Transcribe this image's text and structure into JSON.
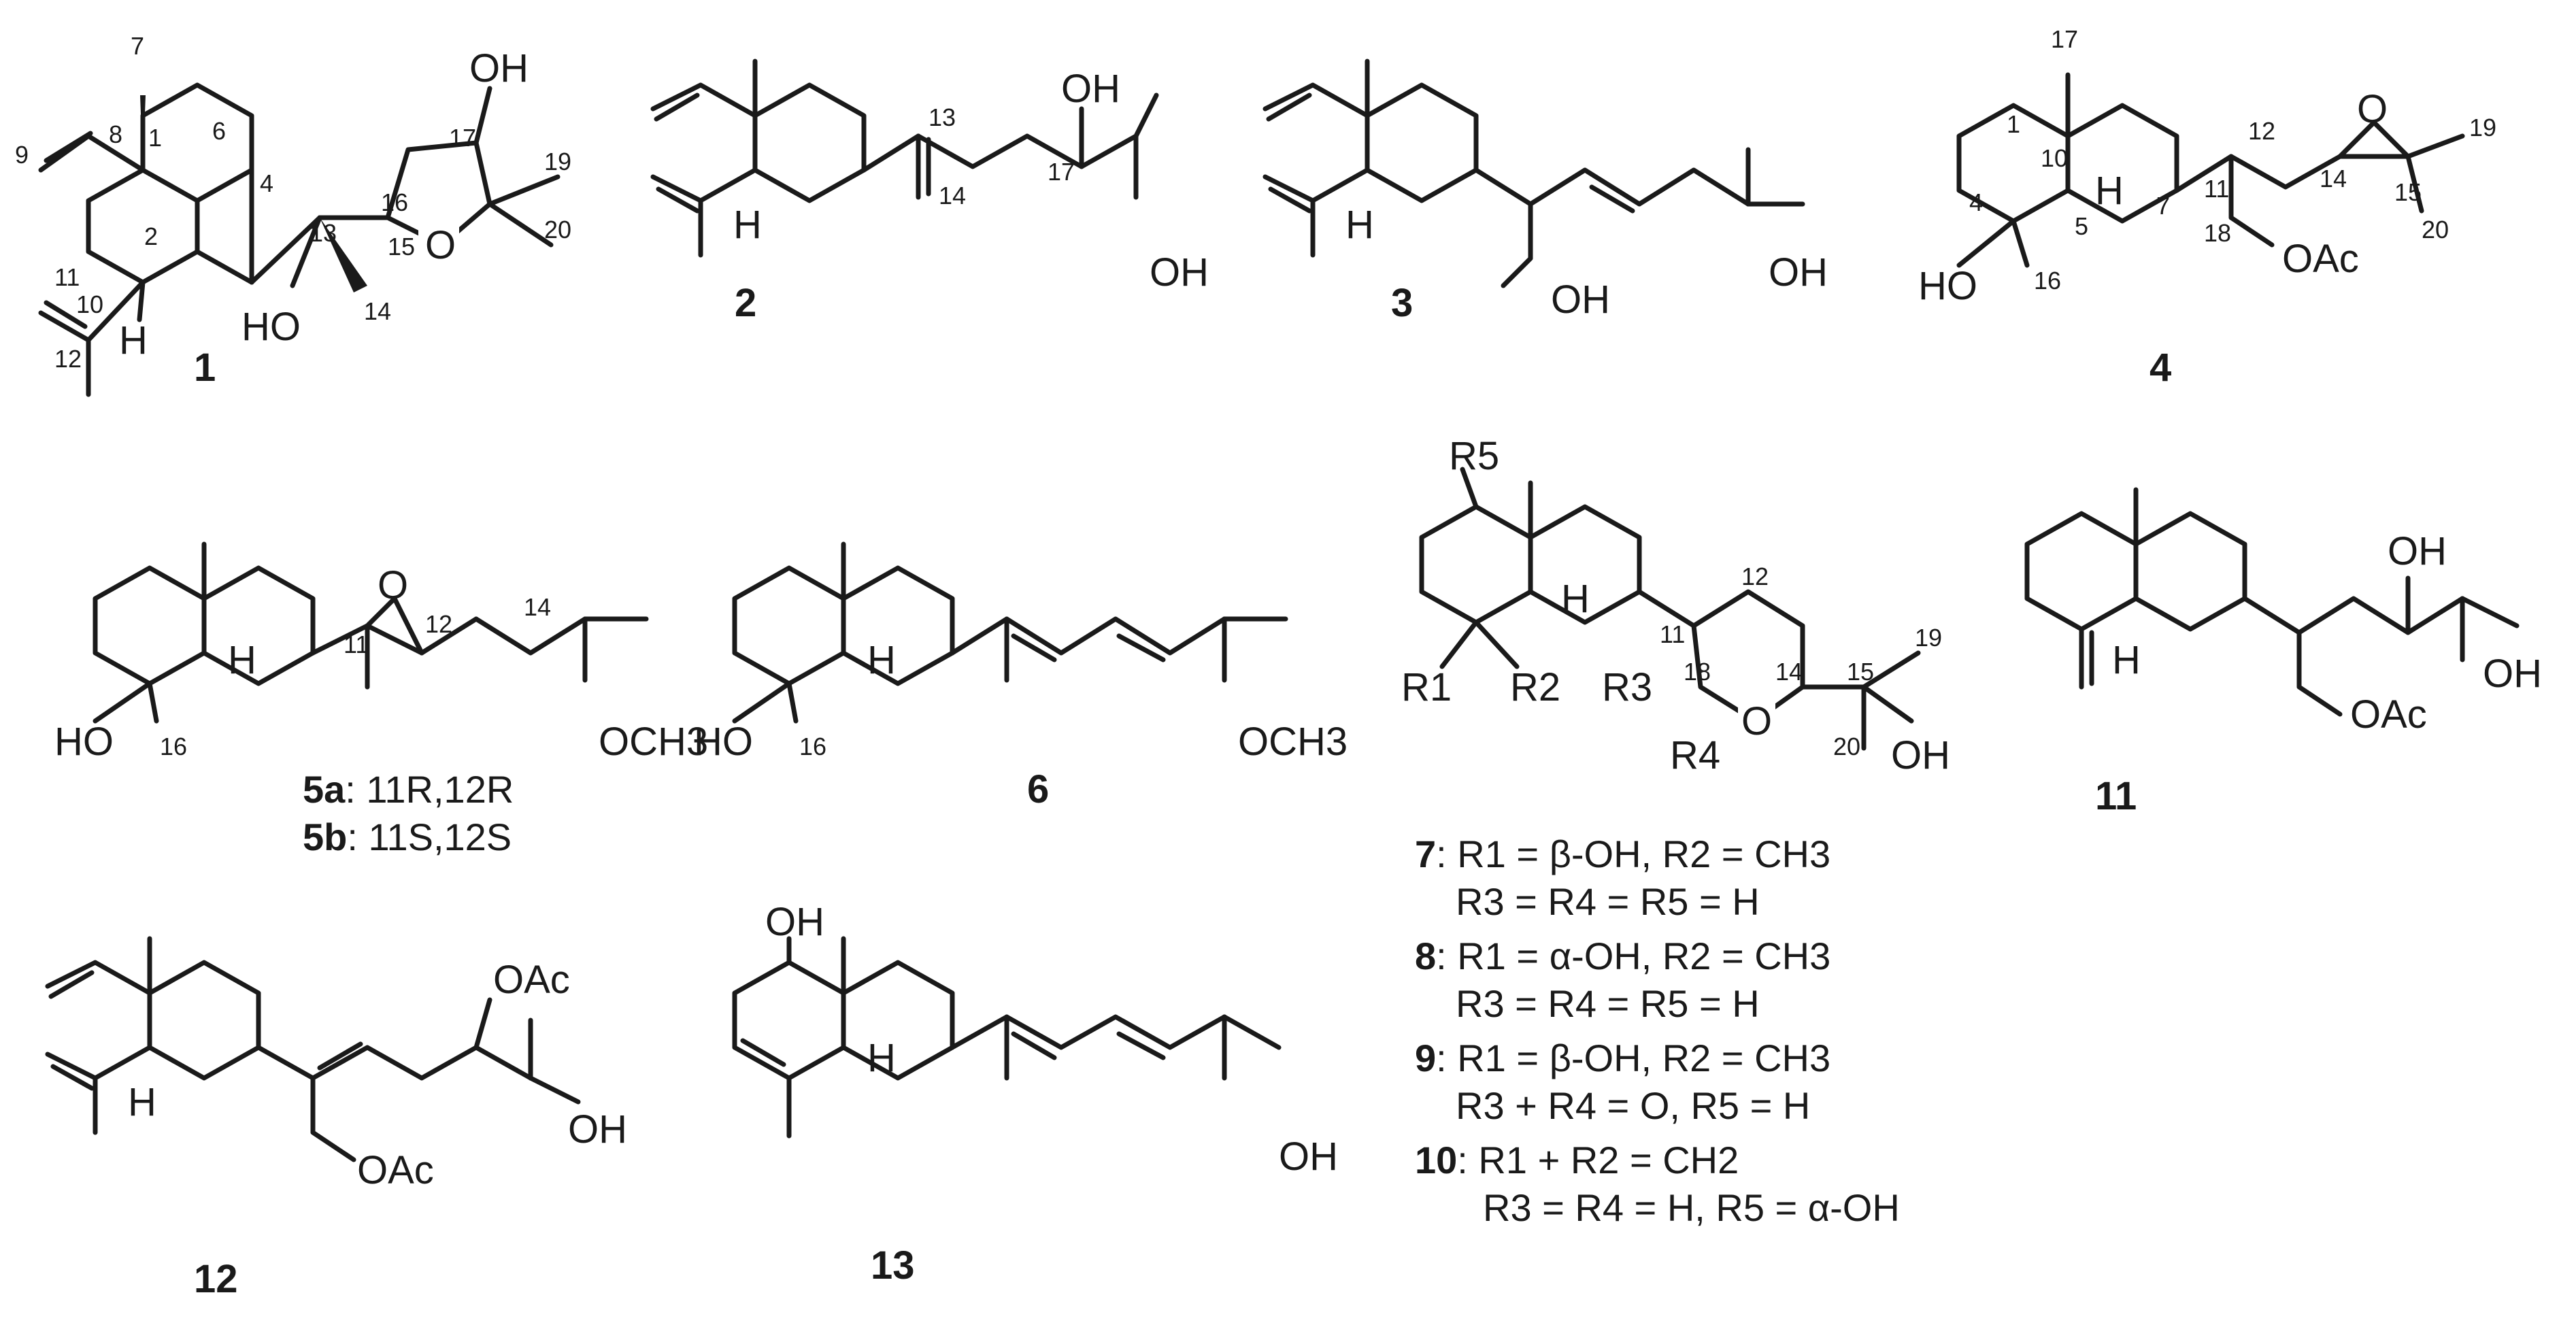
{
  "compounds": [
    {
      "id": "1",
      "labels": {
        "OH": "OH",
        "HO": "HO",
        "O": "O",
        "H": "H"
      },
      "numbers": [
        "1",
        "2",
        "4",
        "6",
        "7",
        "8",
        "9",
        "10",
        "11",
        "12",
        "13",
        "14",
        "15",
        "16",
        "17",
        "19",
        "20"
      ]
    },
    {
      "id": "2",
      "labels": {
        "OH_a": "OH",
        "OH_b": "OH",
        "H": "H"
      },
      "numbers": [
        "13",
        "14",
        "17"
      ]
    },
    {
      "id": "3",
      "labels": {
        "OH_a": "OH",
        "OH_b": "OH",
        "H": "H"
      }
    },
    {
      "id": "4",
      "labels": {
        "O": "O",
        "HO": "HO",
        "OAc": "OAc",
        "H": "H"
      },
      "numbers": [
        "1",
        "4",
        "5",
        "7",
        "10",
        "11",
        "12",
        "14",
        "15",
        "16",
        "17",
        "18",
        "19",
        "20"
      ]
    },
    {
      "id": "5",
      "labels": {
        "O": "O",
        "HO": "HO",
        "OCH3": "OCH3",
        "H": "H"
      },
      "numbers": [
        "11",
        "12",
        "14",
        "16"
      ],
      "legend": [
        {
          "id": "5a",
          "config": ": 11R,12R"
        },
        {
          "id": "5b",
          "config": ": 11S,12S"
        }
      ]
    },
    {
      "id": "6",
      "labels": {
        "HO": "HO",
        "OCH3": "OCH3",
        "H": "H"
      },
      "numbers": [
        "16"
      ]
    },
    {
      "id": "7-10",
      "labels": {
        "R5": "R5",
        "R1": "R1",
        "R2": "R2",
        "R3": "R3",
        "R4": "R4",
        "O": "O",
        "OH": "OH",
        "H": "H"
      },
      "numbers": [
        "11",
        "12",
        "14",
        "15",
        "18",
        "19",
        "20"
      ]
    },
    {
      "id": "11",
      "labels": {
        "OH_a": "OH",
        "OH_b": "OH",
        "OAc": "OAc",
        "H": "H"
      }
    },
    {
      "id": "12",
      "labels": {
        "OAc_a": "OAc",
        "OH": "OH",
        "OAc_b": "OAc",
        "H": "H"
      }
    },
    {
      "id": "13",
      "labels": {
        "OH_a": "OH",
        "OH_b": "OH",
        "H": "H"
      }
    }
  ],
  "substituents": [
    {
      "id": "7",
      "line1": "R1 = β-OH, R2 = CH3",
      "line2": "R3 = R4 = R5 = H"
    },
    {
      "id": "8",
      "line1": "R1 = α-OH, R2 = CH3",
      "line2": "R3 = R4 = R5 = H"
    },
    {
      "id": "9",
      "line1": "R1 = β-OH, R2 = CH3",
      "line2": "R3 + R4 = O, R5 = H"
    },
    {
      "id": "10",
      "line1": "R1 + R2 = CH2",
      "line2": "R3 = R4 = H, R5 = α-OH"
    }
  ]
}
